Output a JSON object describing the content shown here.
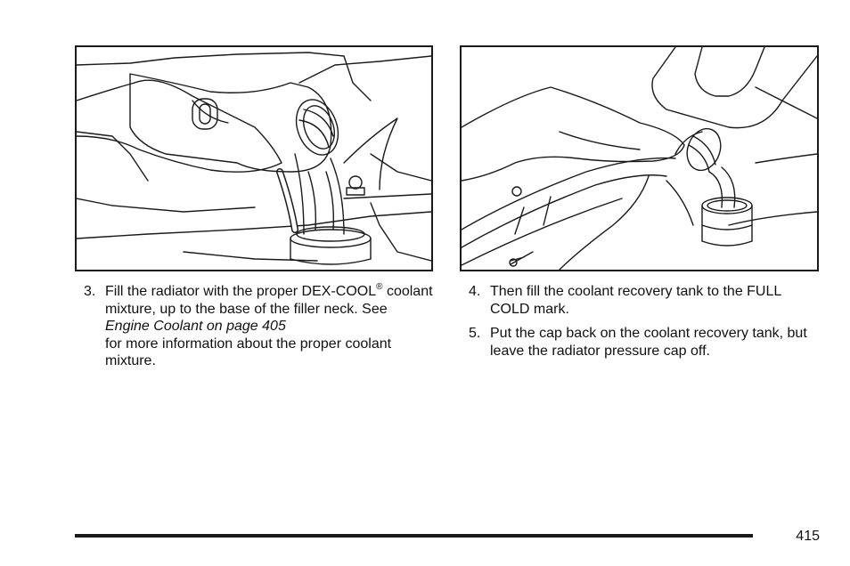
{
  "figures": {
    "left": {
      "description_name": "radiator-fill-illustration"
    },
    "right": {
      "description_name": "recovery-tank-fill-illustration"
    }
  },
  "steps_left": [
    {
      "number": "3.",
      "text_a": "Fill the radiator with the proper DEX-COOL",
      "superscript": "®",
      "text_b": "coolant mixture, up to the base of the filler neck. See",
      "link": "Engine Coolant on page 405",
      "text_c": "for more information about the proper coolant mixture."
    }
  ],
  "steps_right": [
    {
      "number": "4.",
      "text": "Then fill the coolant recovery tank to the FULL COLD mark."
    },
    {
      "number": "5.",
      "text": "Put the cap back on the coolant recovery tank, but leave the radiator pressure cap off."
    }
  ],
  "footer": {
    "page_number": "415"
  }
}
